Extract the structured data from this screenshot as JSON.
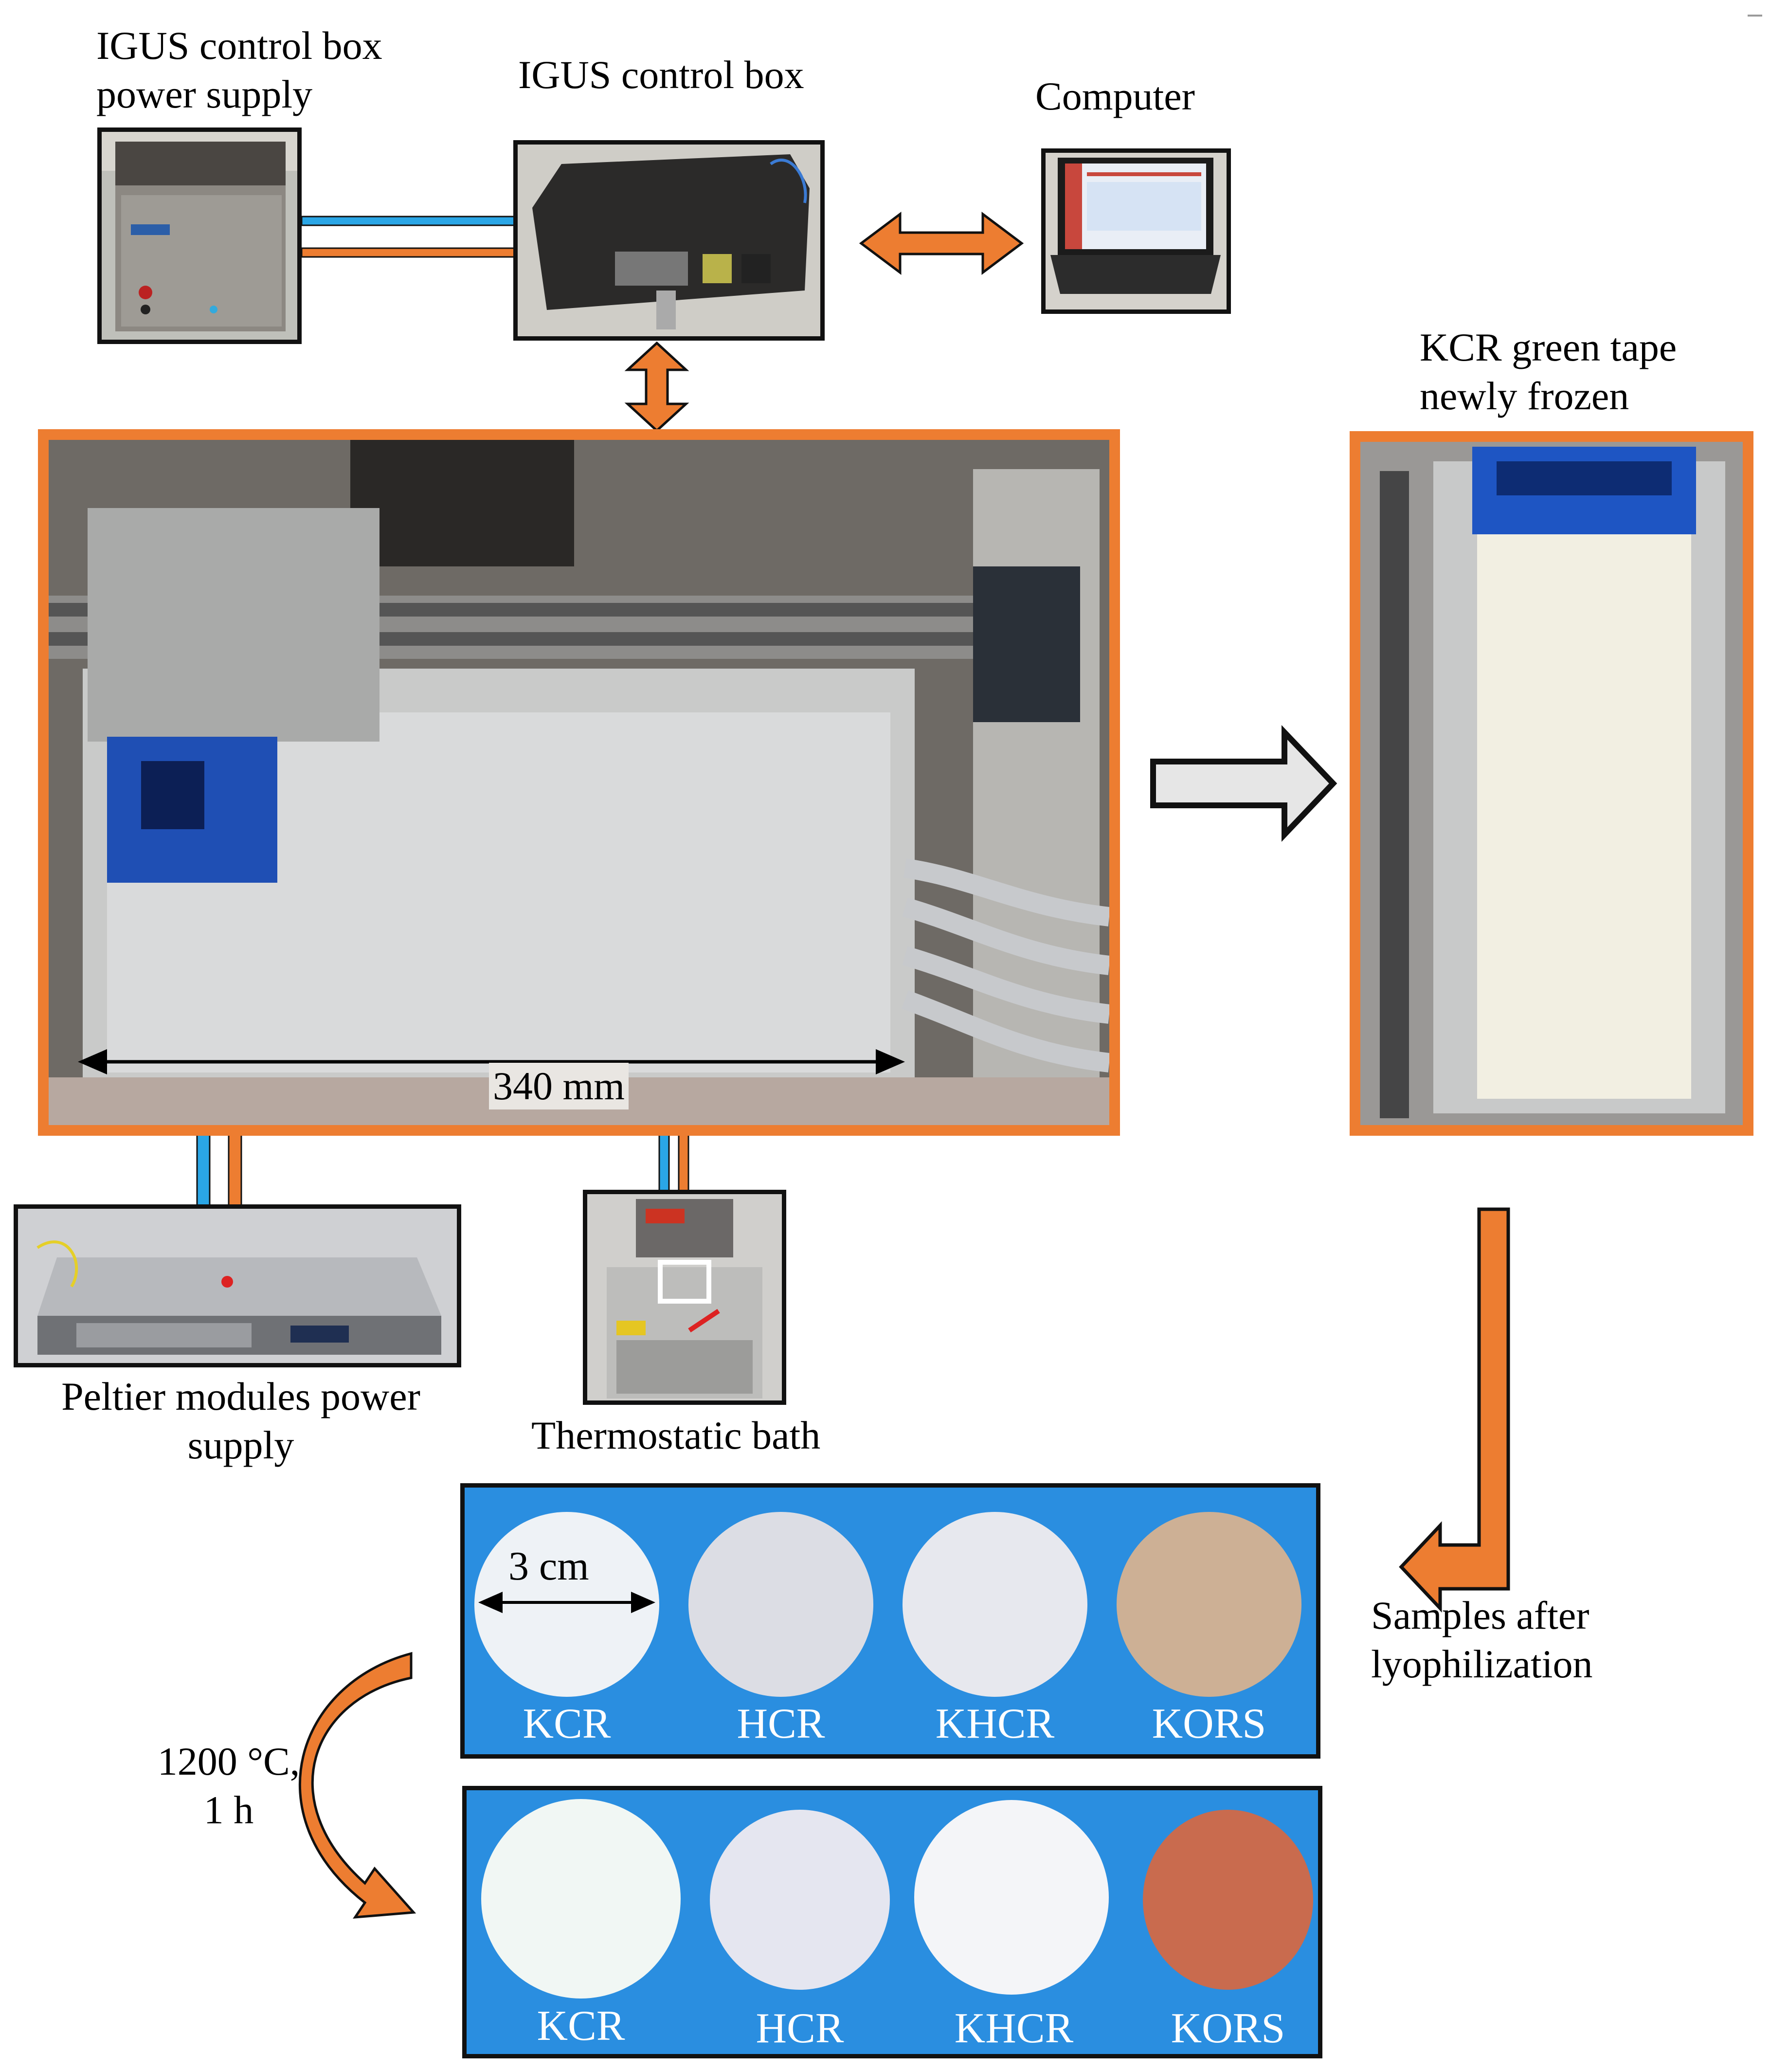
{
  "labels": {
    "power_supply_line1": "IGUS control box",
    "power_supply_line2": "power supply",
    "control_box": "IGUS control box",
    "computer": "Computer",
    "kcr_tape_line1": "KCR green tape",
    "kcr_tape_line2": "newly frozen",
    "dimension_340": "340 mm",
    "peltier_line1": "Peltier modules power",
    "peltier_line2": "supply",
    "thermostatic_bath": "Thermostatic bath",
    "samples_line1": "Samples after",
    "samples_line2": "lyophilization",
    "sinter_line1": "1200 °C,",
    "sinter_line2": "1 h",
    "dimension_3cm": "3 cm"
  },
  "samples_lyophilized": [
    {
      "name": "KCR",
      "color": "#eef2f6"
    },
    {
      "name": "HCR",
      "color": "#dcdde4"
    },
    {
      "name": "KHCR",
      "color": "#e7e8ee"
    },
    {
      "name": "KORS",
      "color": "#cdb095"
    }
  ],
  "samples_sintered": [
    {
      "name": "KCR",
      "color": "#f1f7f4"
    },
    {
      "name": "HCR",
      "color": "#e5e6f0"
    },
    {
      "name": "KHCR",
      "color": "#f4f5f8"
    },
    {
      "name": "KORS",
      "color": "#c96b4e"
    }
  ],
  "colors": {
    "orange": "#ed7d31",
    "blue_cable": "#2aa6e6",
    "sample_panel": "#2a8ee0",
    "frame": "#111111"
  }
}
